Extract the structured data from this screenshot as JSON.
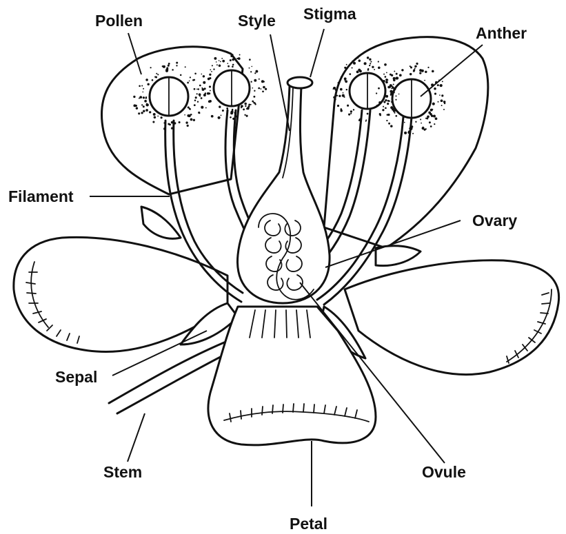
{
  "diagram": {
    "labels": {
      "pollen": "Pollen",
      "style": "Style",
      "stigma": "Stigma",
      "anther": "Anther",
      "filament": "Filament",
      "ovary": "Ovary",
      "sepal": "Sepal",
      "stem": "Stem",
      "ovule": "Ovule",
      "petal": "Petal"
    },
    "colors": {
      "ink": "#111111",
      "background": "#ffffff"
    }
  }
}
